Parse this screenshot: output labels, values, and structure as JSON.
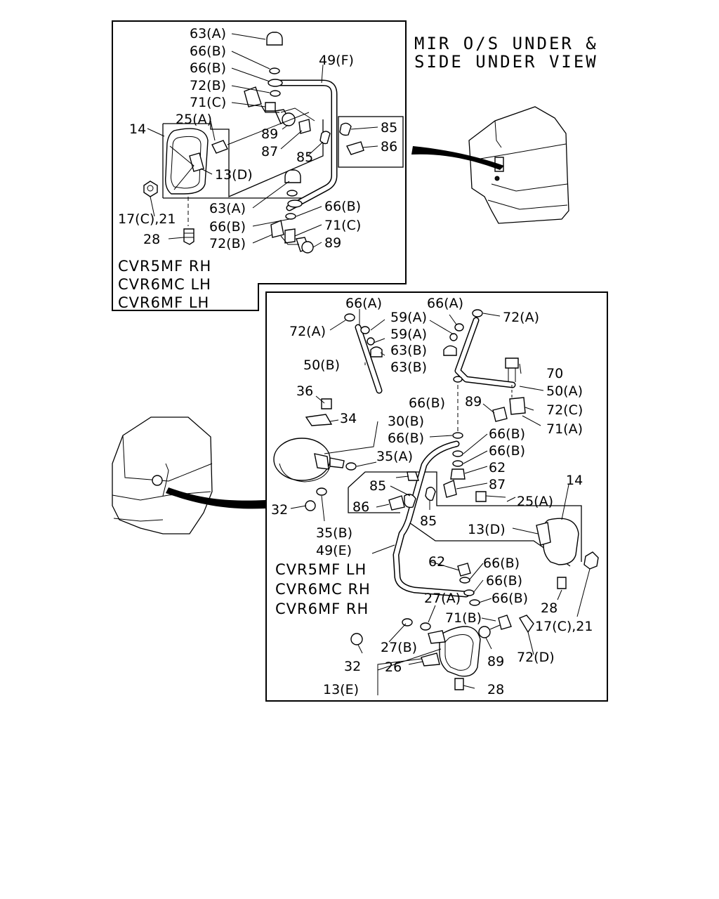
{
  "title": {
    "line1": "MIR O/S UNDER &",
    "line2": "SIDE UNDER VIEW"
  },
  "upper_panel": {
    "callouts": {
      "c63a": "63(A)",
      "c66b1": "66(B)",
      "c66b2": "66(B)",
      "c72b": "72(B)",
      "c71c": "71(C)",
      "c25a": "25(A)",
      "c14": "14",
      "c49f": "49(F)",
      "c89": "89",
      "c87": "87",
      "c85a": "85",
      "c85b": "85",
      "c86": "86",
      "c13d": "13(D)",
      "c63a2": "63(A)",
      "c66b3": "66(B)",
      "c72b2": "72(B)",
      "c66b4": "66(B)",
      "c71c2": "71(C)",
      "c89b": "89",
      "c17": "17(C),21",
      "c28": "28"
    },
    "models": [
      "CVR5MF  RH",
      "CVR6MC  LH",
      "CVR6MF  LH"
    ]
  },
  "lower_panel": {
    "callouts": {
      "c66a1": "66(A)",
      "c66a2": "66(A)",
      "c72a1": "72(A)",
      "c72a2": "72(A)",
      "c59a1": "59(A)",
      "c59a2": "59(A)",
      "c63b1": "63(B)",
      "c63b2": "63(B)",
      "c50b": "50(B)",
      "c70": "70",
      "c50a": "50(A)",
      "c36": "36",
      "c66b1": "66(B)",
      "c89a": "89",
      "c72c": "72(C)",
      "c34": "34",
      "c30b": "30(B)",
      "c71a": "71(A)",
      "c66b2": "66(B)",
      "c66b3": "66(B)",
      "c66b4": "66(B)",
      "c35a": "35(A)",
      "c62a": "62",
      "c87": "87",
      "c85a": "85",
      "c14": "14",
      "c86": "86",
      "c25a": "25(A)",
      "c32a": "32",
      "c85b": "85",
      "c13d": "13(D)",
      "c35b": "35(B)",
      "c49e": "49(E)",
      "c62b": "62",
      "c66b5": "66(B)",
      "c66b6": "66(B)",
      "c66b7": "66(B)",
      "c27a": "27(A)",
      "c28a": "28",
      "c71b": "71(B)",
      "c17": "17(C),21",
      "c27b": "27(B)",
      "c32b": "32",
      "c89b": "89",
      "c72d": "72(D)",
      "c26": "26",
      "c13e": "13(E)",
      "c28b": "28"
    },
    "models": [
      "CVR5MF  LH",
      "CVR6MC  RH",
      "CVR6MF  RH"
    ]
  }
}
